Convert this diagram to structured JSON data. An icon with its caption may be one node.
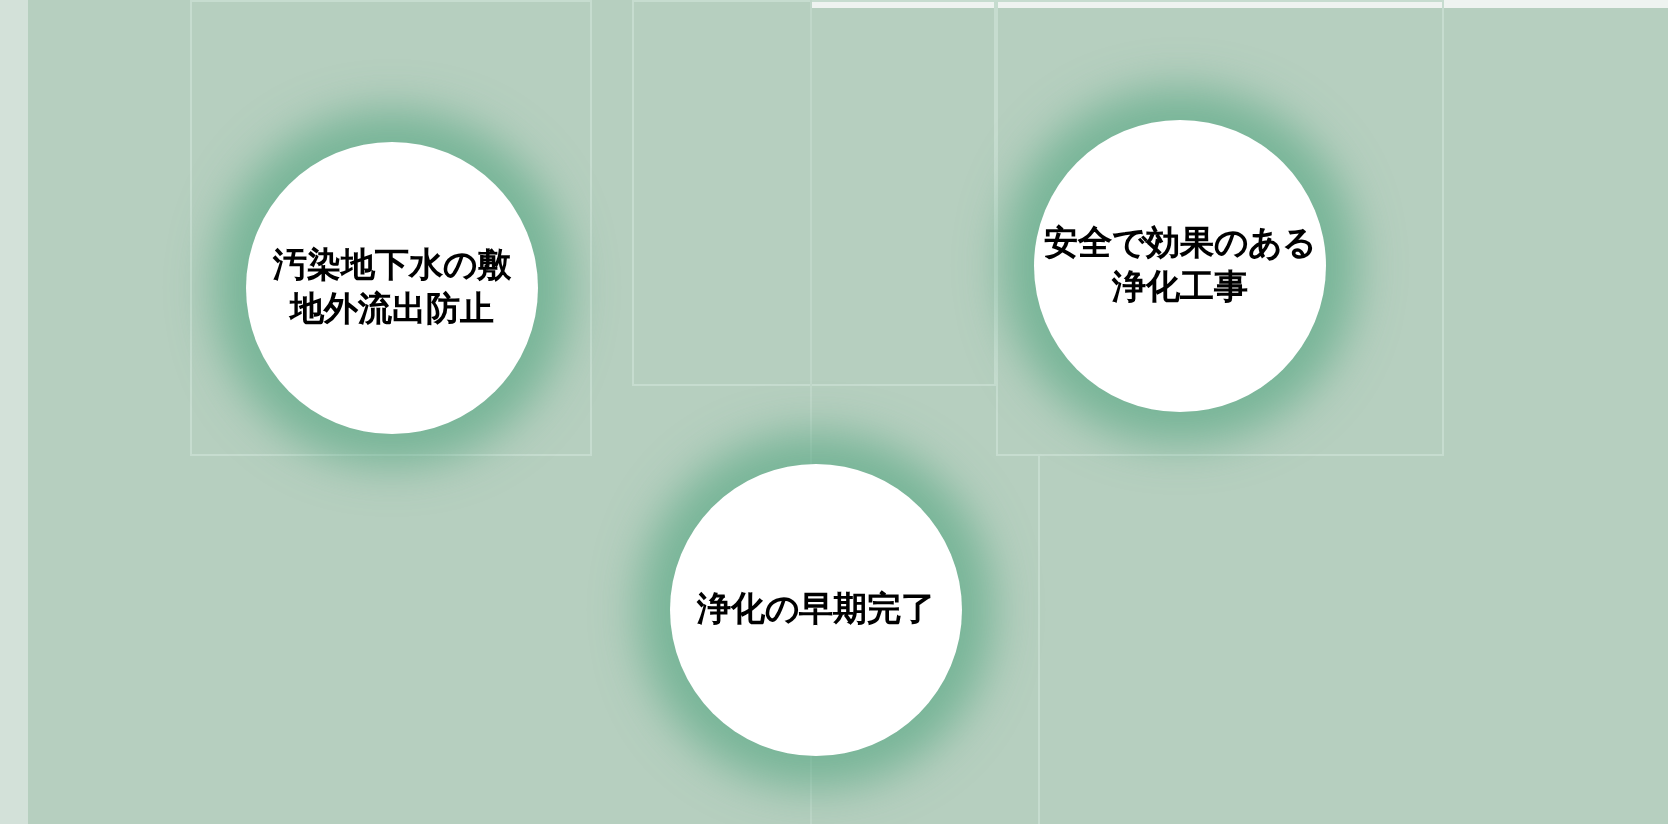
{
  "diagram": {
    "nodes": [
      {
        "text": [
          "汚染地下水の敷地外流出防止"
        ]
      },
      {
        "text": [
          "安全で効果のある浄化工事"
        ]
      },
      {
        "text": [
          "浄化の早期完了"
        ]
      }
    ]
  }
}
